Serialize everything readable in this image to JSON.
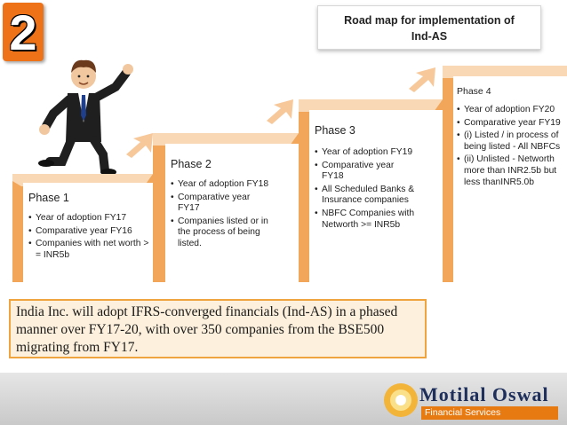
{
  "badge": {
    "number": "2"
  },
  "title": {
    "line1": "Road map for implementation of",
    "line2": "Ind-AS"
  },
  "phases": [
    {
      "title": "Phase 1",
      "points": [
        "Year of adoption FY17",
        "Comparative year FY16",
        "Companies with net worth > = INR5b"
      ]
    },
    {
      "title": "Phase 2",
      "points": [
        "Year of adoption FY18",
        "Comparative year FY17",
        "Companies listed or in the process of being listed."
      ]
    },
    {
      "title": "Phase 3",
      "points": [
        "Year of adoption FY19",
        "Comparative year FY18",
        "All Scheduled Banks & Insurance companies",
        "NBFC Companies with Networth >= INR5b"
      ]
    },
    {
      "title": "Phase 4",
      "points": [
        "Year of adoption FY20",
        "Comparative year FY19",
        "(i) Listed / in process of being listed - All NBFCs",
        "(ii) Unlisted - Networth more than INR2.5b but less thanINR5.0b"
      ]
    }
  ],
  "caption": "India Inc. will adopt IFRS-converged financials (Ind-AS) in a phased manner over FY17-20, with over 350 companies from the BSE500 migrating from FY17.",
  "logo": {
    "name": "Motilal Oswal",
    "subtitle": "Financial Services"
  },
  "colors": {
    "accent": "#ee7218",
    "step_side": "#f2a65a",
    "step_top": "#f9d9b5",
    "caption_bg": "#fdf0dc",
    "caption_border": "#f0a440"
  }
}
